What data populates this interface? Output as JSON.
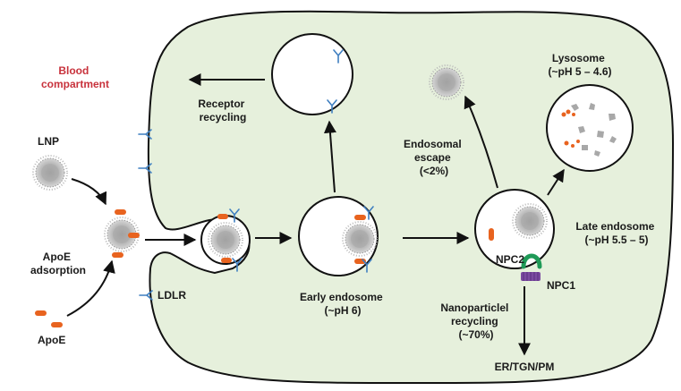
{
  "labels": {
    "blood": [
      "Blood",
      "compartment"
    ],
    "lnp": "LNP",
    "apoe_adsorption": [
      "ApoE",
      "adsorption"
    ],
    "apoe": "ApoE",
    "ldlr": "LDLR",
    "receptor_recycling": [
      "Receptor",
      "recycling"
    ],
    "early_endosome": [
      "Early endosome",
      "(~pH 6)"
    ],
    "endosomal_escape": [
      "Endosomal",
      "escape",
      "(<2%)"
    ],
    "lysosome": [
      "Lysosome",
      "(~pH 5 – 4.6)"
    ],
    "late_endosome": [
      "Late endosome",
      "(~pH 5.5 – 5)"
    ],
    "npc2": "NPC2",
    "npc1": "NPC1",
    "nanoparticle_recycling": [
      "Nanoparticlel",
      "recycling",
      "(~70%)"
    ],
    "er_tgn_pm": "ER/TGN/PM"
  },
  "colors": {
    "cell_fill": "#e6f0dc",
    "apoe": "#e8631f",
    "receptor": "#3f7fc0",
    "npc2": "#1f9a57",
    "npc1": "#7b4aa0",
    "blood_text": "#c8323c"
  }
}
